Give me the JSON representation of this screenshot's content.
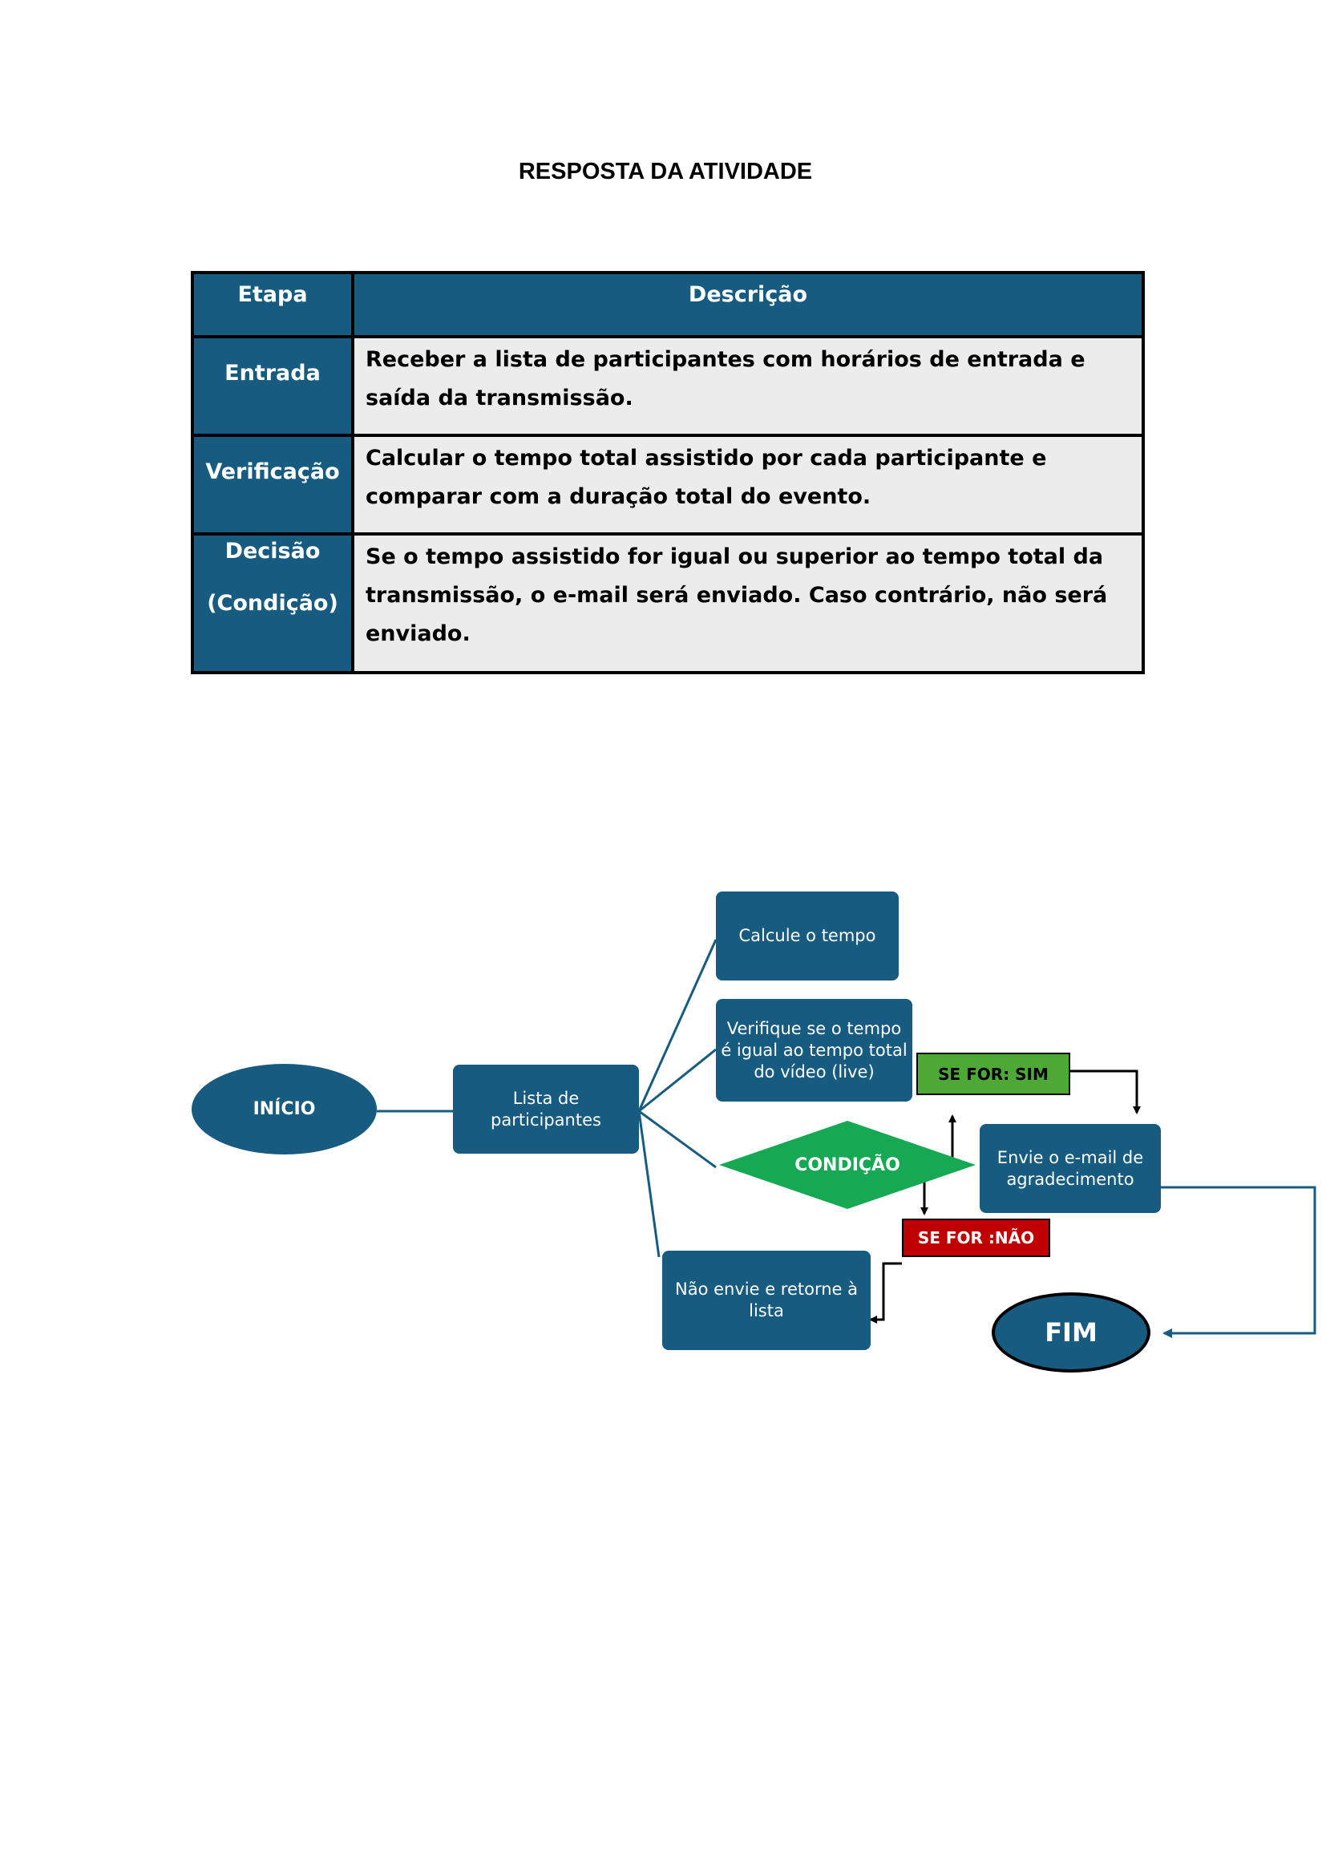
{
  "document": {
    "title": "RESPOSTA DA ATIVIDADE"
  },
  "table": {
    "headers": {
      "stage": "Etapa",
      "description": "Descrição"
    },
    "rows": [
      {
        "stage": "Entrada",
        "description": "Receber a lista de participantes com horários de entrada e saída da transmissão."
      },
      {
        "stage": "Verificação",
        "description": "Calcular o tempo total assistido por cada participante e comparar com a duração total do evento."
      },
      {
        "stage_line1": "Decisão",
        "stage_line2": "(Condição)",
        "description": "Se o tempo assistido for igual ou superior ao tempo total da transmissão, o e-mail será enviado. Caso contrário, não será enviado."
      }
    ]
  },
  "flowchart": {
    "start": "INÍCIO",
    "list": "Lista de participantes",
    "calculate": "Calcule o tempo",
    "verify": "Verifique se o tempo é igual ao tempo total do vídeo (live)",
    "condition": "CONDIÇÃO",
    "yes_label": "SE FOR: SIM",
    "no_label": "SE FOR :NÃO",
    "send_email": "Envie o e-mail de agradecimento",
    "dont_send": "Não envie e retorne à lista",
    "end": "FIM"
  },
  "colors": {
    "primary": "#175c80",
    "condition": "#16a853",
    "yes": "#4ea836",
    "no": "#c00000",
    "table_cell": "#ececec"
  }
}
